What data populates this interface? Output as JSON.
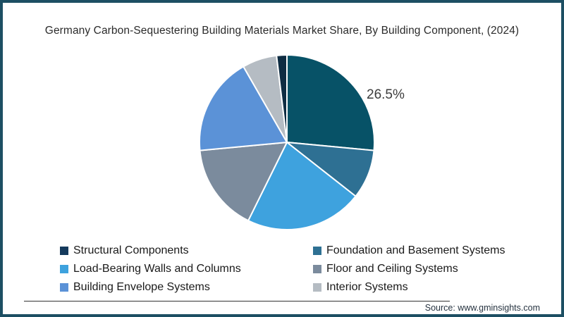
{
  "chart_data": {
    "type": "pie",
    "title": "Germany Carbon-Sequestering Building Materials Market Share, By Building Component, (2024)",
    "start_angle_deg": 0,
    "direction": "clockwise",
    "legend_position": "bottom",
    "grid": false,
    "slices": [
      {
        "label": "Structural Components",
        "value": 26.5,
        "color": "#075267",
        "data_label": "26.5%"
      },
      {
        "label": "Foundation and Basement Systems",
        "value": 9.1,
        "color": "#2e7093",
        "data_label": ""
      },
      {
        "label": "Load-Bearing Walls and Columns",
        "value": 21.7,
        "color": "#3ea2de",
        "data_label": ""
      },
      {
        "label": "Floor and Ceiling Systems",
        "value": 16.2,
        "color": "#7b8b9d",
        "data_label": ""
      },
      {
        "label": "Building Envelope Systems",
        "value": 18.2,
        "color": "#5b92d7",
        "data_label": ""
      },
      {
        "label": "Interior Systems",
        "value": 6.4,
        "color": "#b5bcc3",
        "data_label": ""
      },
      {
        "label": "",
        "value": 1.9,
        "color": "#0e2c42",
        "data_label": ""
      }
    ],
    "visible_data_labels": [
      "26.5%"
    ]
  },
  "legend": {
    "items": [
      {
        "label": "Structural Components",
        "color": "#143a5c"
      },
      {
        "label": "Foundation and Basement Systems",
        "color": "#2e7093"
      },
      {
        "label": "Load-Bearing Walls and Columns",
        "color": "#3ea2de"
      },
      {
        "label": "Floor and Ceiling Systems",
        "color": "#7b8b9d"
      },
      {
        "label": "Building Envelope Systems",
        "color": "#5b92d7"
      },
      {
        "label": "Interior Systems",
        "color": "#b5bcc3"
      }
    ]
  },
  "footer": {
    "source": "Source: www.gminsights.com"
  },
  "frame": {
    "border_color": "#1d4f63",
    "background": "#ffffff"
  }
}
